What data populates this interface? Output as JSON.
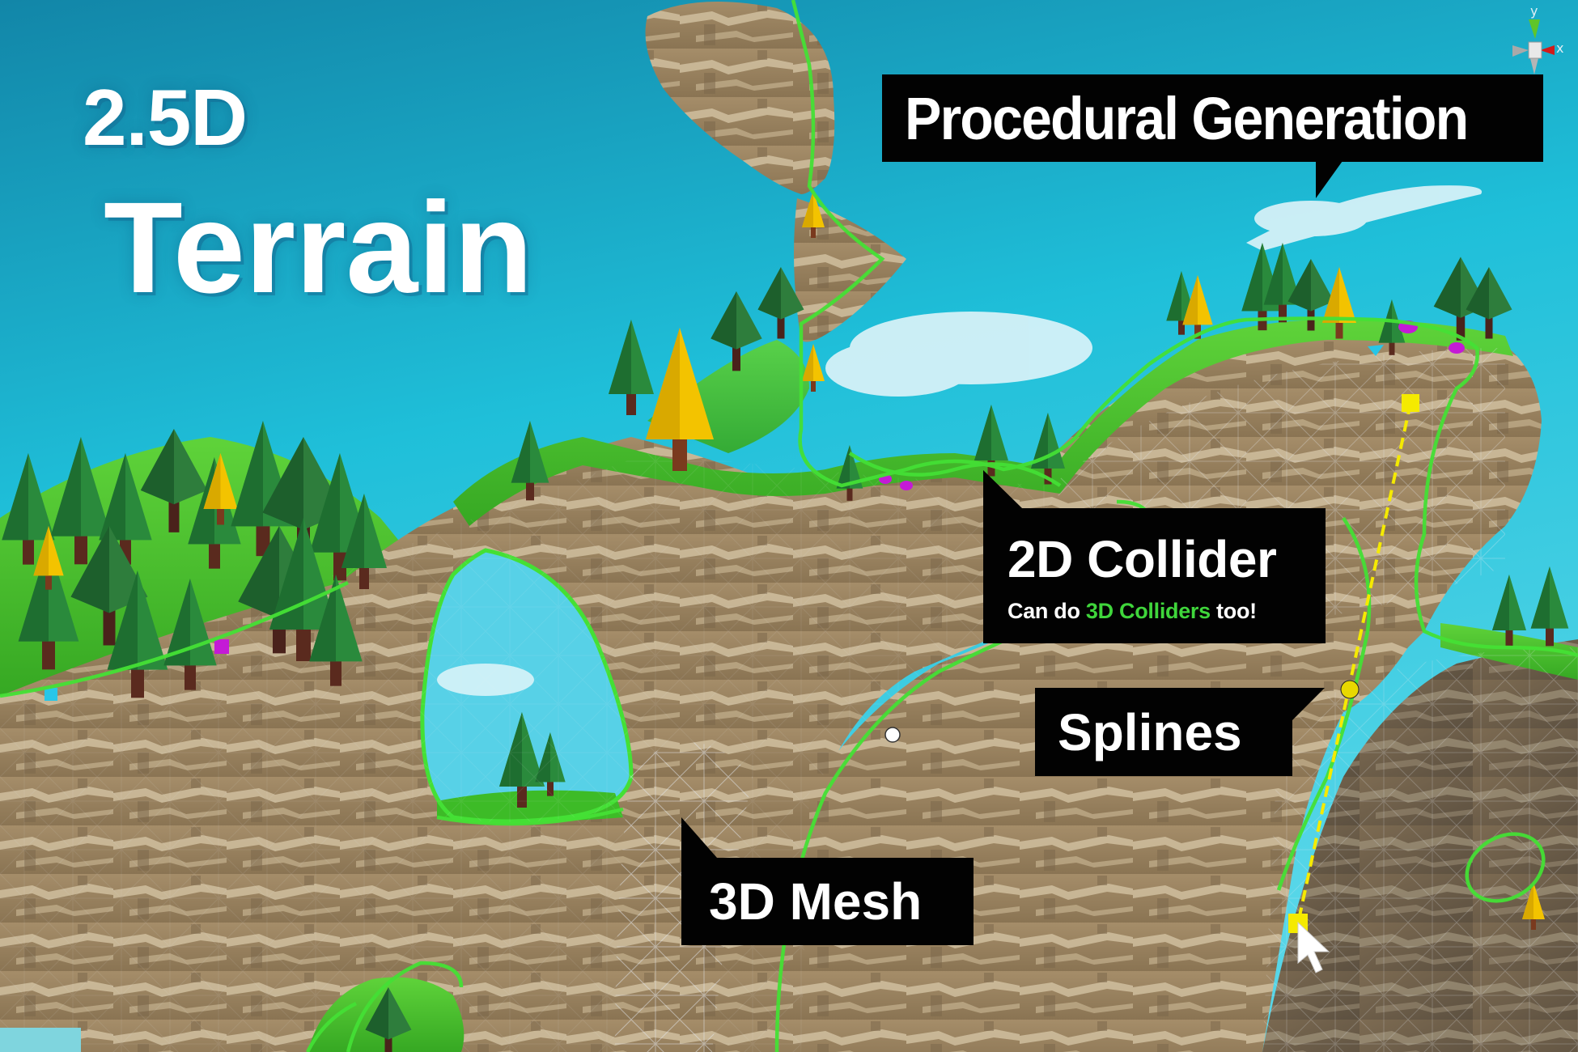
{
  "title": {
    "line1": "2.5D",
    "line2": "Terrain"
  },
  "callouts": {
    "procedural": {
      "label": "Procedural Generation"
    },
    "collider": {
      "label": "2D Collider",
      "sub_prefix": "Can do ",
      "sub_accent": "3D Colliders",
      "sub_suffix": " too!"
    },
    "splines": {
      "label": "Splines"
    },
    "mesh": {
      "label": "3D Mesh"
    }
  },
  "gizmo": {
    "y_label": "y",
    "x_label": "x"
  },
  "colors": {
    "sky_top": "#1286a8",
    "sky_mid": "#22c4dc",
    "sky_bottom": "#4fd3e6",
    "callout_bg": "#020202",
    "accent_green": "#3fd53b",
    "collider_line": "#44e035",
    "spline_yellow": "#f5ea00",
    "rock": "#9b8463",
    "grass": "#4cc72c",
    "tree_dark": "#1f7a35",
    "tree_yellow": "#f2c200"
  }
}
